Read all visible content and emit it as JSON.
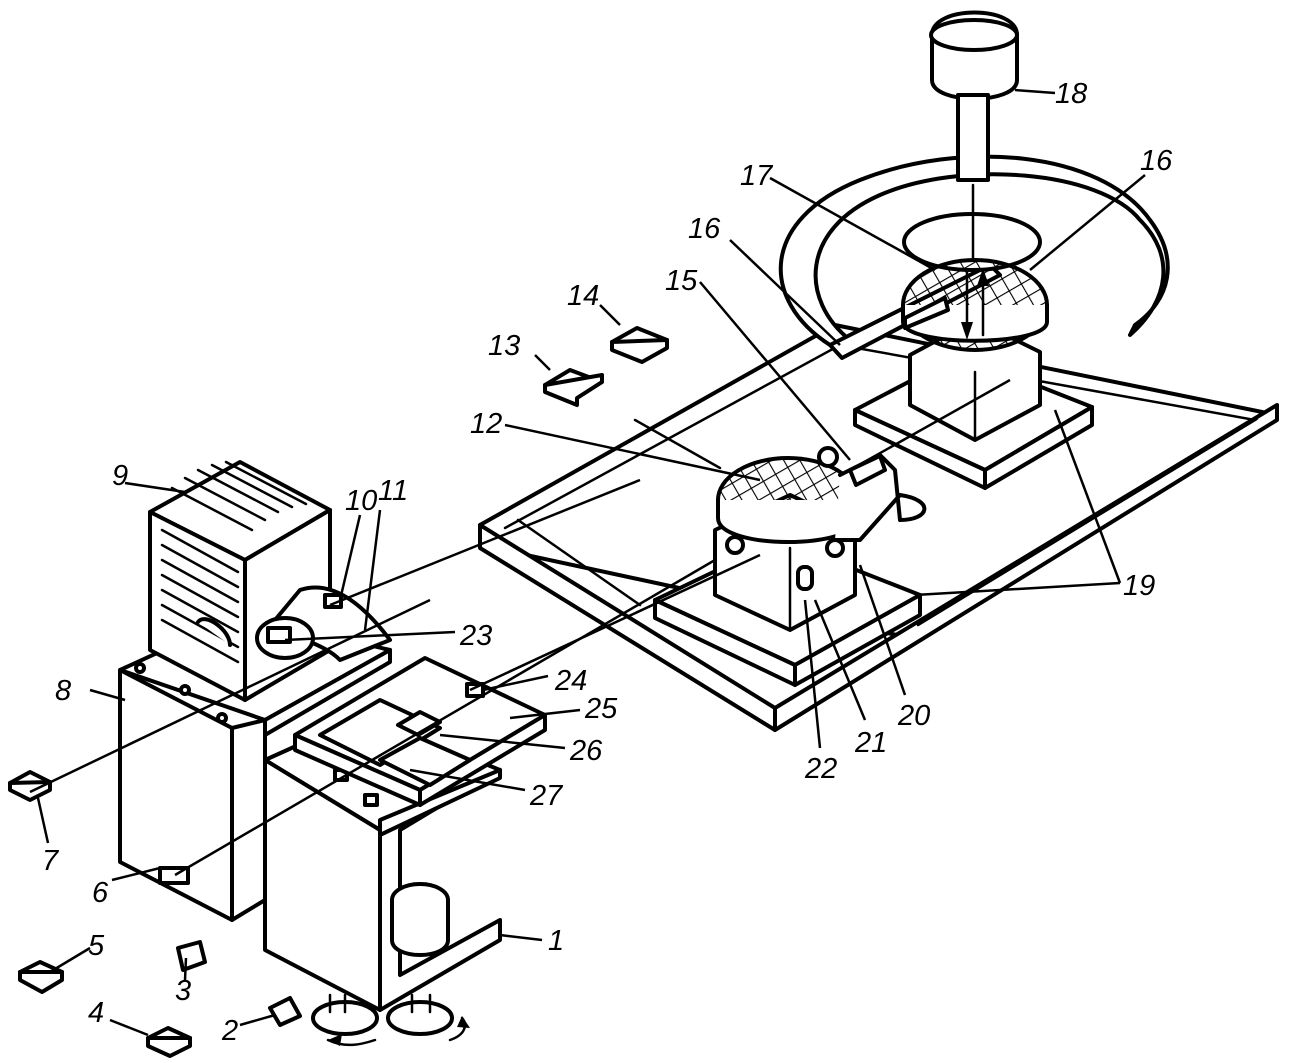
{
  "figure": {
    "labels": {
      "l1": "1",
      "l2": "2",
      "l3": "3",
      "l4": "4",
      "l5": "5",
      "l6": "6",
      "l7": "7",
      "l8": "8",
      "l9": "9",
      "l10": "10",
      "l11": "11",
      "l12": "12",
      "l13": "13",
      "l14": "14",
      "l15": "15",
      "l16a": "16",
      "l16b": "16",
      "l17": "17",
      "l18": "18",
      "l19": "19",
      "l20": "20",
      "l21": "21",
      "l22": "22",
      "l23": "23",
      "l24": "24",
      "l25": "25",
      "l26": "26",
      "l27": "27"
    }
  }
}
